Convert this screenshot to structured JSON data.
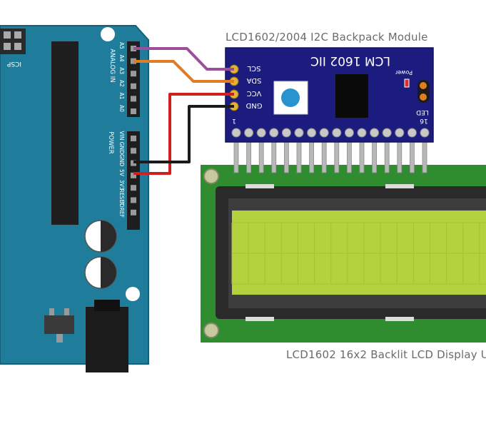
{
  "captions": {
    "backpack_module": "LCD1602/2004 I2C Backpack Module",
    "lcd_display": "LCD1602 16x2 Backlit LCD Display U"
  },
  "arduino": {
    "icsp_label": "ICSP",
    "analog_header_label": "ANALOG IN",
    "analog_pins": [
      "A5",
      "A4",
      "A3",
      "A2",
      "A1",
      "A0"
    ],
    "power_header_label": "POWER",
    "power_pins": [
      "VIN",
      "GND",
      "GND",
      "5V",
      "3V3",
      "RESET",
      "IOREF"
    ],
    "board_color": "#1f7c9a"
  },
  "backpack": {
    "model_text": "LCM 1602 IIC",
    "pins": [
      "SCL",
      "SDA",
      "VCC",
      "GND"
    ],
    "power_led_label": "Power",
    "led_jumper_label": "LED",
    "pin_index_first": "1",
    "pin_index_last": "16",
    "board_color": "#1c1c7e"
  },
  "lcd": {
    "pcb_color": "#2f8d2f",
    "screen_color": "#b3d23d",
    "columns": 16,
    "rows": 2
  },
  "wires": {
    "scl_color": "#9b4f9b",
    "sda_color": "#e07c22",
    "vcc_color": "#cf1f1f",
    "gnd_color": "#1b1b1b"
  }
}
